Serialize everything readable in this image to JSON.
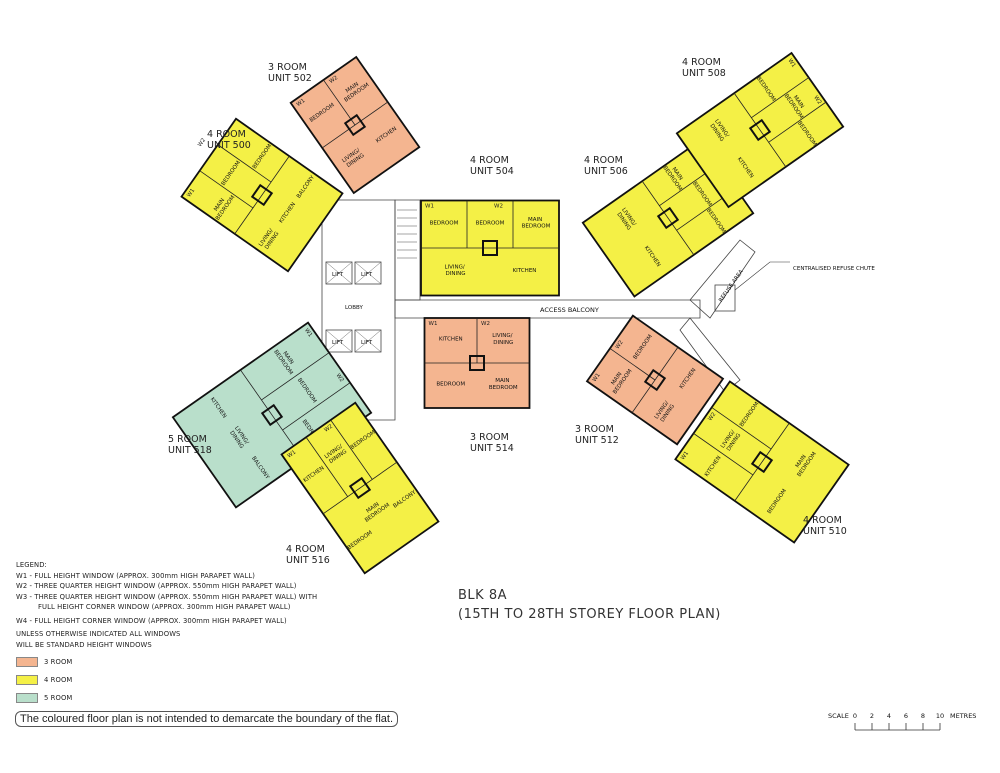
{
  "colors": {
    "room3": "#f4b590",
    "room4": "#f4f046",
    "room5": "#b9dfcb",
    "wall": "#111111"
  },
  "units": [
    {
      "type": "3 ROOM",
      "unit": "UNIT 502",
      "fill": "room3",
      "rooms": [
        "BEDROOM",
        "MAIN BEDROOM",
        "LIVING/ DINING",
        "KITCHEN"
      ]
    },
    {
      "type": "4 ROOM",
      "unit": "UNIT 500",
      "fill": "room4",
      "rooms": [
        "MAIN BEDROOM",
        "BEDROOM",
        "BEDROOM",
        "LIVING/ DINING",
        "KITCHEN",
        "BALCONY"
      ]
    },
    {
      "type": "4 ROOM",
      "unit": "UNIT 504",
      "fill": "room4",
      "rooms": [
        "BEDROOM",
        "BEDROOM",
        "MAIN BEDROOM",
        "LIVING/ DINING",
        "KITCHEN"
      ]
    },
    {
      "type": "4 ROOM",
      "unit": "UNIT 506",
      "fill": "room4",
      "rooms": [
        "MAIN BEDROOM",
        "BEDROOM",
        "BEDROOM",
        "LIVING/ DINING",
        "KITCHEN"
      ]
    },
    {
      "type": "4 ROOM",
      "unit": "UNIT 508",
      "fill": "room4",
      "rooms": [
        "BEDROOM",
        "MAIN BEDROOM",
        "BEDROOM",
        "LIVING/ DINING",
        "KITCHEN"
      ]
    },
    {
      "type": "3 ROOM",
      "unit": "UNIT 514",
      "fill": "room3",
      "rooms": [
        "KITCHEN",
        "LIVING/ DINING",
        "BEDROOM",
        "MAIN BEDROOM"
      ]
    },
    {
      "type": "3 ROOM",
      "unit": "UNIT 512",
      "fill": "room3",
      "rooms": [
        "MAIN BEDROOM",
        "BEDROOM",
        "LIVING/ DINING",
        "KITCHEN"
      ]
    },
    {
      "type": "4 ROOM",
      "unit": "UNIT 510",
      "fill": "room4",
      "rooms": [
        "KITCHEN",
        "LIVING/ DINING",
        "BEDROOM",
        "BEDROOM",
        "MAIN BEDROOM"
      ]
    },
    {
      "type": "5 ROOM",
      "unit": "UNIT 518",
      "fill": "room5",
      "rooms": [
        "MAIN BEDROOM",
        "BEDROOM",
        "BEDROOM",
        "KITCHEN",
        "LIVING/ DINING",
        "BALCONY"
      ]
    },
    {
      "type": "4 ROOM",
      "unit": "UNIT 516",
      "fill": "room4",
      "rooms": [
        "KITCHEN",
        "LIVING/ DINING",
        "BEDROOM",
        "BEDROOM",
        "MAIN BEDROOM",
        "BALCONY"
      ]
    }
  ],
  "common": {
    "lobby": "LOBBY",
    "lift": "LIFT",
    "access_balcony": "ACCESS BALCONY",
    "refuse_chute": "CENTRALISED REFUSE CHUTE",
    "refuse_area": "REFUSE AREA"
  },
  "windows": [
    "W1",
    "W2",
    "W3",
    "W4"
  ],
  "legend": {
    "heading": "LEGEND:",
    "w1": "W1 - FULL HEIGHT WINDOW (APPROX. 300mm HIGH PARAPET WALL)",
    "w2": "W2 - THREE QUARTER HEIGHT WINDOW (APPROX. 550mm HIGH PARAPET WALL)",
    "w3a": "W3 - THREE QUARTER HEIGHT WINDOW (APPROX. 550mm HIGH PARAPET WALL) WITH",
    "w3b": "FULL HEIGHT CORNER WINDOW (APPROX. 300mm HIGH PARAPET WALL)",
    "w4": "W4 - FULL HEIGHT CORNER WINDOW (APPROX. 300mm HIGH PARAPET WALL)",
    "note1": "UNLESS OTHERWISE INDICATED ALL WINDOWS",
    "note2": "WILL BE STANDARD HEIGHT WINDOWS",
    "key": [
      {
        "label": "3 ROOM",
        "color": "#f4b590"
      },
      {
        "label": "4 ROOM",
        "color": "#f4f046"
      },
      {
        "label": "5 ROOM",
        "color": "#b9dfcb"
      }
    ]
  },
  "disclaimer": "The coloured floor plan is not intended to demarcate the boundary of the flat.",
  "title": {
    "line1": "BLK 8A",
    "line2": "(15TH TO 28TH STOREY FLOOR PLAN)"
  },
  "scale": {
    "label": "SCALE",
    "ticks": [
      "0",
      "2",
      "4",
      "6",
      "8",
      "10"
    ],
    "unit": "METRES"
  }
}
